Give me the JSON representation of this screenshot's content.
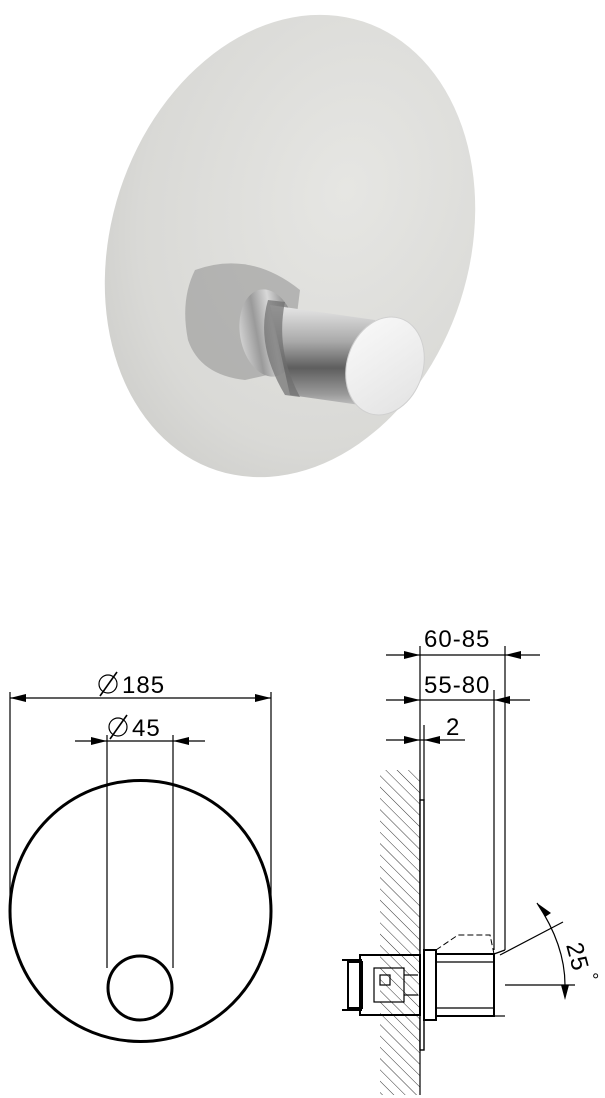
{
  "product_render": {
    "shape": "round-cover-plate-with-cylindrical-handle",
    "plate_color": "#dcdcd9",
    "handle_color": "#b8b8b8"
  },
  "front_view": {
    "outer_diameter": "185",
    "handle_diameter": "45"
  },
  "side_view": {
    "overall_depth": "60-85",
    "body_depth": "55-80",
    "plate_thickness": "2",
    "rotation_angle": "25",
    "degree_symbol": "°"
  },
  "symbols": {
    "diameter": "diameter-symbol"
  }
}
